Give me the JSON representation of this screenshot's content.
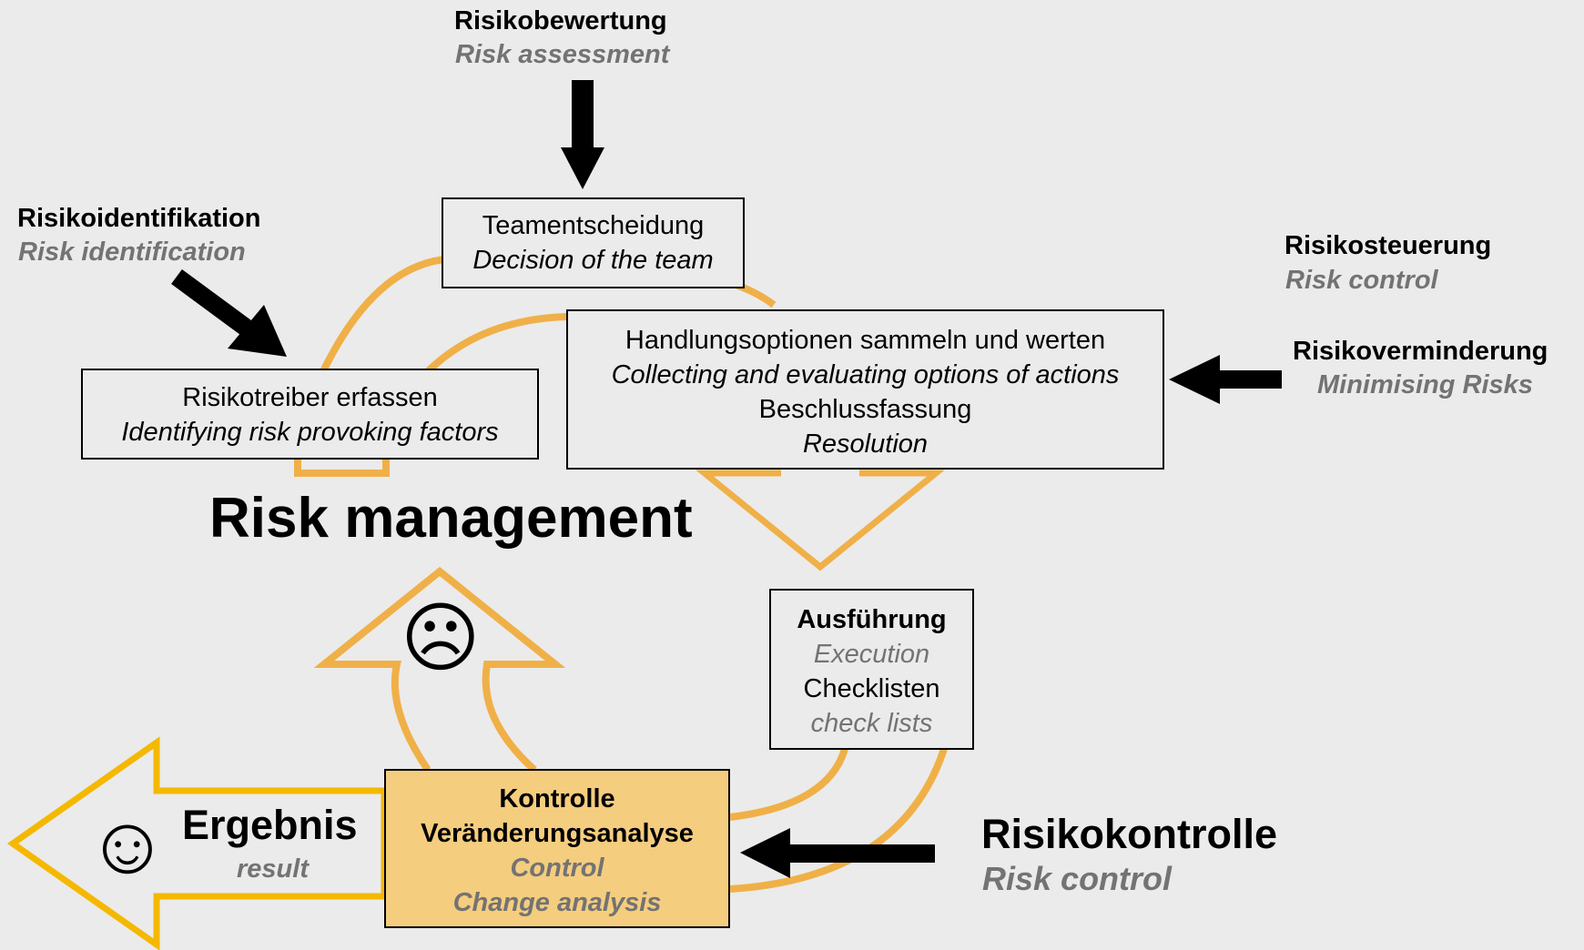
{
  "title": "Risk management",
  "colors": {
    "cycle": "#f0b048",
    "result_arrow": "#f5b800",
    "highlight": "#f5cd7f",
    "grey_text": "#737373"
  },
  "labels": {
    "assessment": {
      "de": "Risikobewertung",
      "en": "Risk assessment"
    },
    "identification": {
      "de": "Risikoidentifikation",
      "en": "Risk identification"
    },
    "steering": {
      "de": "Risikosteuerung",
      "en": "Risk control"
    },
    "reduction": {
      "de": "Risikoverminderung",
      "en": "Minimising Risks"
    },
    "control": {
      "de": "Risikokontrolle",
      "en": "Risk control"
    },
    "result": {
      "de": "Ergebnis",
      "en": "result"
    }
  },
  "boxes": {
    "team": {
      "line1": "Teamentscheidung",
      "line2": "Decision of the team"
    },
    "drivers": {
      "line1": "Risikotreiber erfassen",
      "line2": "Identifying risk provoking factors"
    },
    "options": {
      "line1": "Handlungsoptionen sammeln und werten",
      "line2": "Collecting and evaluating options of actions",
      "line3": "Beschlussfassung",
      "line4": "Resolution"
    },
    "execution": {
      "line1": "Ausführung",
      "line2": "Execution",
      "line3": "Checklisten",
      "line4": "check lists"
    },
    "control": {
      "line1": "Kontrolle",
      "line2": "Veränderungsanalyse",
      "line3": "Control",
      "line4": "Change analysis"
    }
  },
  "icons": {
    "sad": "sad-face-icon",
    "happy": "happy-face-icon"
  }
}
